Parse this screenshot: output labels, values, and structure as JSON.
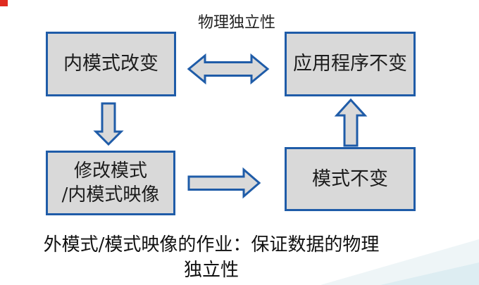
{
  "diagram": {
    "top_label": "物理独立性",
    "boxes": {
      "internal_schema_change": {
        "text": "内模式改变"
      },
      "application_unchanged": {
        "text": "应用程序不变"
      },
      "modify_mapping": {
        "line1": "修改模式",
        "line2": "/内模式映像"
      },
      "schema_unchanged": {
        "text": "模式不变"
      }
    },
    "arrows": [
      {
        "name": "double-horizontal-arrow",
        "direction": "left-right",
        "connects": [
          "内模式改变",
          "应用程序不变"
        ]
      },
      {
        "name": "down-arrow",
        "direction": "down",
        "connects": [
          "内模式改变",
          "修改模式/内模式映像"
        ]
      },
      {
        "name": "right-arrow",
        "direction": "right",
        "connects": [
          "修改模式/内模式映像",
          "模式不变"
        ]
      },
      {
        "name": "up-arrow",
        "direction": "up",
        "connects": [
          "模式不变",
          "应用程序不变"
        ]
      }
    ],
    "caption": {
      "line1": "外模式/模式映像的作业：保证数据的物理",
      "line2": "独立性"
    },
    "colors": {
      "box_border": "#1f5ca8",
      "box_fill": "#d9d9d9",
      "arrow_fill": "#d9d9d9",
      "arrow_stroke": "#1f5ca8",
      "text": "#1c1c1c",
      "red_corner_mark": "#e02b20",
      "corner_wedge_light": "#eef5f7",
      "corner_wedge_dark": "#ddedf2",
      "background": "#ffffff"
    }
  }
}
